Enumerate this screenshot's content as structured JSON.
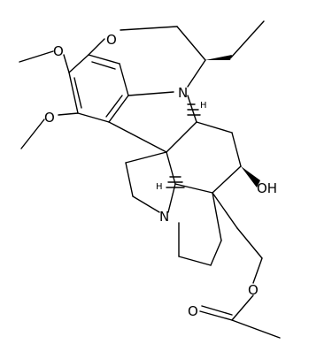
{
  "atoms": {
    "ring_oxygen": "O",
    "methoxy_oxygen_upper": "O",
    "methoxy_oxygen_lower": "O",
    "indoline_nitrogen": "N",
    "bridge_nitrogen": "N",
    "hydroxyl": "OH",
    "ester_oxygen": "O",
    "carbonyl_oxygen": "O"
  },
  "stereo_hydrogens": [
    "H",
    "H"
  ]
}
